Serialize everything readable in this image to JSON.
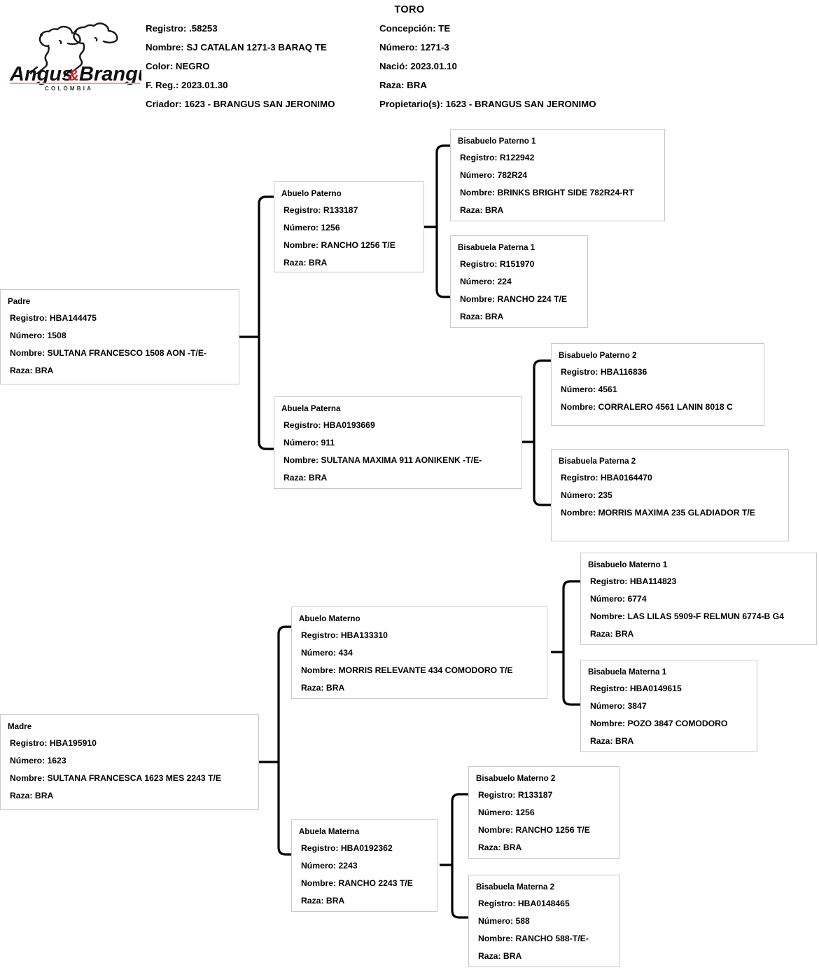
{
  "header": {
    "title": "TORO",
    "logo": {
      "word_left": "Angus",
      "amp": "&",
      "word_right": "Brangus",
      "subtitle": "C O L O M B I A",
      "accent_color": "#cc1f2a",
      "rule_color": "#e8a0a6"
    },
    "left_column": [
      {
        "label": "Registro:",
        "value": ".58253"
      },
      {
        "label": "Nombre:",
        "value": "SJ CATALAN 1271-3 BARAQ TE"
      },
      {
        "label": "Color:",
        "value": "NEGRO"
      },
      {
        "label": "F. Reg.:",
        "value": "2023.01.30"
      },
      {
        "label": "Criador:",
        "value": "1623 - BRANGUS SAN JERONIMO"
      }
    ],
    "right_column": [
      {
        "label": "Concepción:",
        "value": "TE"
      },
      {
        "label": "Número:",
        "value": "1271-3"
      },
      {
        "label": "Nació:",
        "value": "2023.01.10"
      },
      {
        "label": "Raza:",
        "value": "BRA"
      },
      {
        "label": "Propietario(s):",
        "value": "1623 - BRANGUS SAN JERONIMO"
      }
    ],
    "rows": [
      {
        "left": "Registro: .58253",
        "right": "Concepción: TE"
      },
      {
        "left": "Nombre:  SJ CATALAN 1271-3 BARAQ TE",
        "right": "Número: 1271-3"
      },
      {
        "left": "Color: NEGRO",
        "right": "Nació: 2023.01.10"
      },
      {
        "left": "F. Reg.: 2023.01.30",
        "right": "Raza: BRA"
      },
      {
        "left": "Criador: 1623 - BRANGUS SAN JERONIMO",
        "right": "Propietario(s): 1623 - BRANGUS SAN JERONIMO"
      }
    ]
  },
  "pedigree": {
    "padre": {
      "title": "Padre",
      "registro": "Registro: HBA144475",
      "numero": "Número: 1508",
      "nombre": "Nombre: SULTANA FRANCESCO 1508 AON -T/E-",
      "raza": "Raza: BRA"
    },
    "abuelo_paterno": {
      "title": "Abuelo Paterno",
      "registro": "Registro: R133187",
      "numero": "Número: 1256",
      "nombre": "Nombre: RANCHO 1256 T/E",
      "raza": "Raza: BRA"
    },
    "abuela_paterna": {
      "title": "Abuela Paterna",
      "registro": "Registro: HBA0193669",
      "numero": "Número: 911",
      "nombre": "Nombre: SULTANA MAXIMA 911 AONIKENK -T/E-",
      "raza": "Raza: BRA"
    },
    "bisabuelo_paterno_1": {
      "title": "Bisabuelo Paterno 1",
      "registro": "Registro: R122942",
      "numero": "Número: 782R24",
      "nombre": "Nombre: BRINKS BRIGHT SIDE 782R24-RT",
      "raza": "Raza: BRA"
    },
    "bisabuela_paterna_1": {
      "title": "Bisabuela Paterna 1",
      "registro": "Registro: R151970",
      "numero": "Número: 224",
      "nombre": "Nombre: RANCHO 224 T/E",
      "raza": "Raza: BRA"
    },
    "bisabuelo_paterno_2": {
      "title": "Bisabuelo Paterno 2",
      "registro": "Registro: HBA116836",
      "numero": "Número: 4561",
      "nombre": "Nombre: CORRALERO 4561 LANIN 8018 C",
      "raza": ""
    },
    "bisabuela_paterna_2": {
      "title": "Bisabuela Paterna 2",
      "registro": "Registro: HBA0164470",
      "numero": "Número: 235",
      "nombre": "Nombre: MORRIS MAXIMA 235 GLADIADOR T/E",
      "raza": ""
    },
    "madre": {
      "title": "Madre",
      "registro": "Registro: HBA195910",
      "numero": "Número: 1623",
      "nombre": "Nombre: SULTANA FRANCESCA 1623 MES 2243 T/E",
      "raza": "Raza: BRA"
    },
    "abuelo_materno": {
      "title": "Abuelo Materno",
      "registro": "Registro: HBA133310",
      "numero": "Número: 434",
      "nombre": "Nombre: MORRIS RELEVANTE 434 COMODORO T/E",
      "raza": "Raza: BRA"
    },
    "abuela_materna": {
      "title": "Abuela Materna",
      "registro": "Registro: HBA0192362",
      "numero": "Número: 2243",
      "nombre": "Nombre: RANCHO 2243 T/E",
      "raza": "Raza: BRA"
    },
    "bisabuelo_materno_1": {
      "title": "Bisabuelo Materno 1",
      "registro": "Registro: HBA114823",
      "numero": "Número: 6774",
      "nombre": "Nombre: LAS LILAS 5909-F RELMUN 6774-B G4",
      "raza": "Raza: BRA"
    },
    "bisabuela_materna_1": {
      "title": "Bisabuela Materna 1",
      "registro": "Registro: HBA0149615",
      "numero": "Número: 3847",
      "nombre": "Nombre: POZO 3847 COMODORO",
      "raza": "Raza: BRA"
    },
    "bisabuelo_materno_2": {
      "title": "Bisabuelo Materno 2",
      "registro": "Registro: R133187",
      "numero": "Número: 1256",
      "nombre": "Nombre: RANCHO 1256 T/E",
      "raza": "Raza: BRA"
    },
    "bisabuela_materna_2": {
      "title": "Bisabuela Materna 2",
      "registro": "Registro: HBA0148465",
      "numero": "Número: 588",
      "nombre": "Nombre: RANCHO 588-T/E-",
      "raza": "Raza: BRA"
    }
  }
}
